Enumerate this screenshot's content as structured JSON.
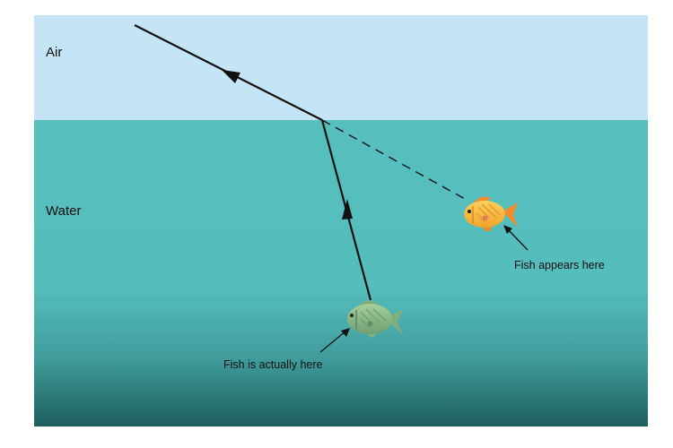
{
  "regions": {
    "air_label": "Air",
    "water_label": "Water"
  },
  "annotations": {
    "apparent_position": "Fish appears here",
    "actual_position": "Fish is actually here"
  },
  "colors": {
    "air": "#c5e4f6",
    "water_top": "#56bebd",
    "water_bottom": "#1f5e5e",
    "real_fish": "#88b888",
    "apparent_fish": "#f7b53a",
    "ray": "#111111"
  },
  "icons": {
    "real_fish": "green-fish-icon",
    "apparent_fish": "orange-fish-icon"
  }
}
